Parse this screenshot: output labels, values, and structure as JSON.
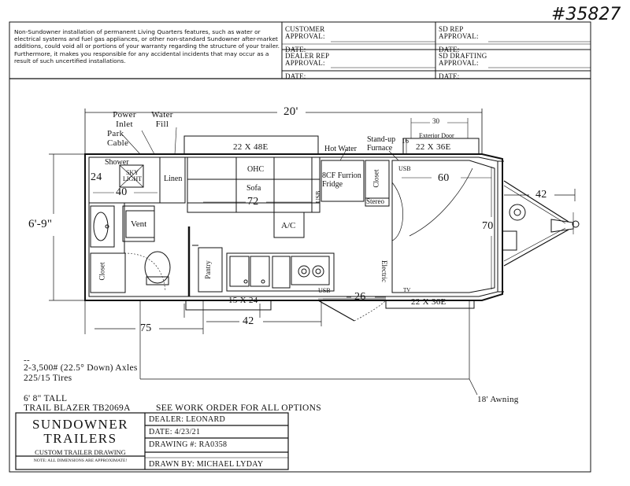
{
  "stamp": "#35827",
  "notice": "Non-Sundowner installation of permanent Living Quarters features, such as water or electrical systems and fuel gas appliances, or other non-standard Sundowner after-market additions, could void all or portions of your warranty regarding the structure of your trailer. Furthermore, it makes you responsible for any accidental incidents that may occur as a result of such uncertified installations.",
  "approvals": {
    "customer": "CUSTOMER APPROVAL:",
    "sd_rep": "SD REP APPROVAL:",
    "dealer_rep": "DEALER REP APPROVAL:",
    "sd_drafting": "SD DRAFTING APPROVAL:",
    "date": "DATE:"
  },
  "floorplan": {
    "overall_length": "20'",
    "power_inlet": "Power Inlet",
    "water_fill": "Water Fill",
    "park_cable": "Park Cable",
    "window_top": "22 X 48E",
    "hot_water": "Hot Water",
    "standup_furnace": "Stand-up Furnace",
    "exterior_door": "Exterior Door",
    "door_dim": "30",
    "dim_16": "16",
    "window_top_right": "22 X 36E",
    "shower": "Shower",
    "skylight": "SKY LIGHT",
    "dim_24": "24",
    "dim_40": "40",
    "linen": "Linen",
    "ohc": "OHC",
    "sofa": "Sofa",
    "dim_72": "72",
    "usb": "USB",
    "fridge": "8CF Furrion Fridge",
    "closet": "Closet",
    "stereo": "Stereo",
    "dim_60": "60",
    "dim_42_hitch": "42",
    "width": "6'-9\"",
    "vent": "Vent",
    "ac": "A/C",
    "dim_70": "70",
    "pantry": "Pantry",
    "electric": "Electric",
    "tv": "TV",
    "window_bottom": "15 X 24",
    "window_bottom_right": "22 X 36E",
    "dim_26": "26",
    "dim_42": "42",
    "dim_75": "75",
    "awning": "18' Awning"
  },
  "specs": {
    "dash": "--",
    "axles": "2-3,500# (22.5° Down) Axles",
    "tires": "225/15 Tires",
    "tall": "6' 8\" TALL",
    "model": "TRAIL BLAZER TB2069A",
    "work_order": "SEE WORK ORDER FOR ALL OPTIONS"
  },
  "titleblock": {
    "brand_line1": "SUNDOWNER",
    "brand_line2": "TRAILERS",
    "subtitle": "CUSTOM TRAILER DRAWING",
    "note": "NOTE: ALL DIMENSIONS ARE APPROXIMATE!",
    "dealer": "DEALER: LEONARD",
    "date": "DATE: 4/23/21",
    "drawing": "DRAWING #: RA0358",
    "drawn_by": "DRAWN BY: MICHAEL LYDAY"
  }
}
